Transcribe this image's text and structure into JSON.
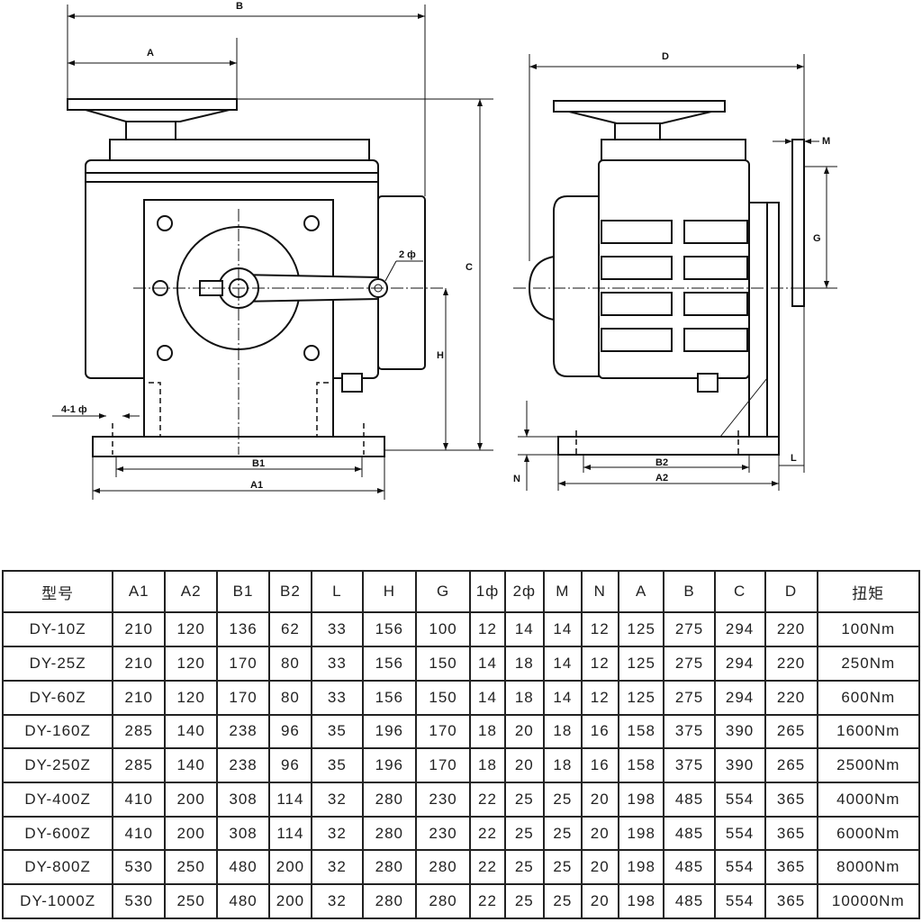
{
  "diagram": {
    "front_view_labels": {
      "B": "B",
      "A": "A",
      "C": "C",
      "H": "H",
      "hole2": "2 ф",
      "hole1": "4-1 ф",
      "B1": "B1",
      "A1": "A1"
    },
    "side_view_labels": {
      "D": "D",
      "M": "M",
      "G": "G",
      "N": "N",
      "B2": "B2",
      "A2": "A2",
      "L": "L"
    }
  },
  "table": {
    "headers": [
      "型号",
      "A1",
      "A2",
      "B1",
      "B2",
      "L",
      "H",
      "G",
      "1ф",
      "2ф",
      "M",
      "N",
      "A",
      "B",
      "C",
      "D",
      "扭矩"
    ],
    "rows": [
      [
        "DY-10Z",
        "210",
        "120",
        "136",
        "62",
        "33",
        "156",
        "100",
        "12",
        "14",
        "14",
        "12",
        "125",
        "275",
        "294",
        "220",
        "100Nm"
      ],
      [
        "DY-25Z",
        "210",
        "120",
        "170",
        "80",
        "33",
        "156",
        "150",
        "14",
        "18",
        "14",
        "12",
        "125",
        "275",
        "294",
        "220",
        "250Nm"
      ],
      [
        "DY-60Z",
        "210",
        "120",
        "170",
        "80",
        "33",
        "156",
        "150",
        "14",
        "18",
        "14",
        "12",
        "125",
        "275",
        "294",
        "220",
        "600Nm"
      ],
      [
        "DY-160Z",
        "285",
        "140",
        "238",
        "96",
        "35",
        "196",
        "170",
        "18",
        "20",
        "18",
        "16",
        "158",
        "375",
        "390",
        "265",
        "1600Nm"
      ],
      [
        "DY-250Z",
        "285",
        "140",
        "238",
        "96",
        "35",
        "196",
        "170",
        "18",
        "20",
        "18",
        "16",
        "158",
        "375",
        "390",
        "265",
        "2500Nm"
      ],
      [
        "DY-400Z",
        "410",
        "200",
        "308",
        "114",
        "32",
        "280",
        "230",
        "22",
        "25",
        "25",
        "20",
        "198",
        "485",
        "554",
        "365",
        "4000Nm"
      ],
      [
        "DY-600Z",
        "410",
        "200",
        "308",
        "114",
        "32",
        "280",
        "230",
        "22",
        "25",
        "25",
        "20",
        "198",
        "485",
        "554",
        "365",
        "6000Nm"
      ],
      [
        "DY-800Z",
        "530",
        "250",
        "480",
        "200",
        "32",
        "280",
        "280",
        "22",
        "25",
        "25",
        "20",
        "198",
        "485",
        "554",
        "365",
        "8000Nm"
      ],
      [
        "DY-1000Z",
        "530",
        "250",
        "480",
        "200",
        "32",
        "280",
        "280",
        "22",
        "25",
        "25",
        "20",
        "198",
        "485",
        "554",
        "365",
        "10000Nm"
      ]
    ]
  }
}
